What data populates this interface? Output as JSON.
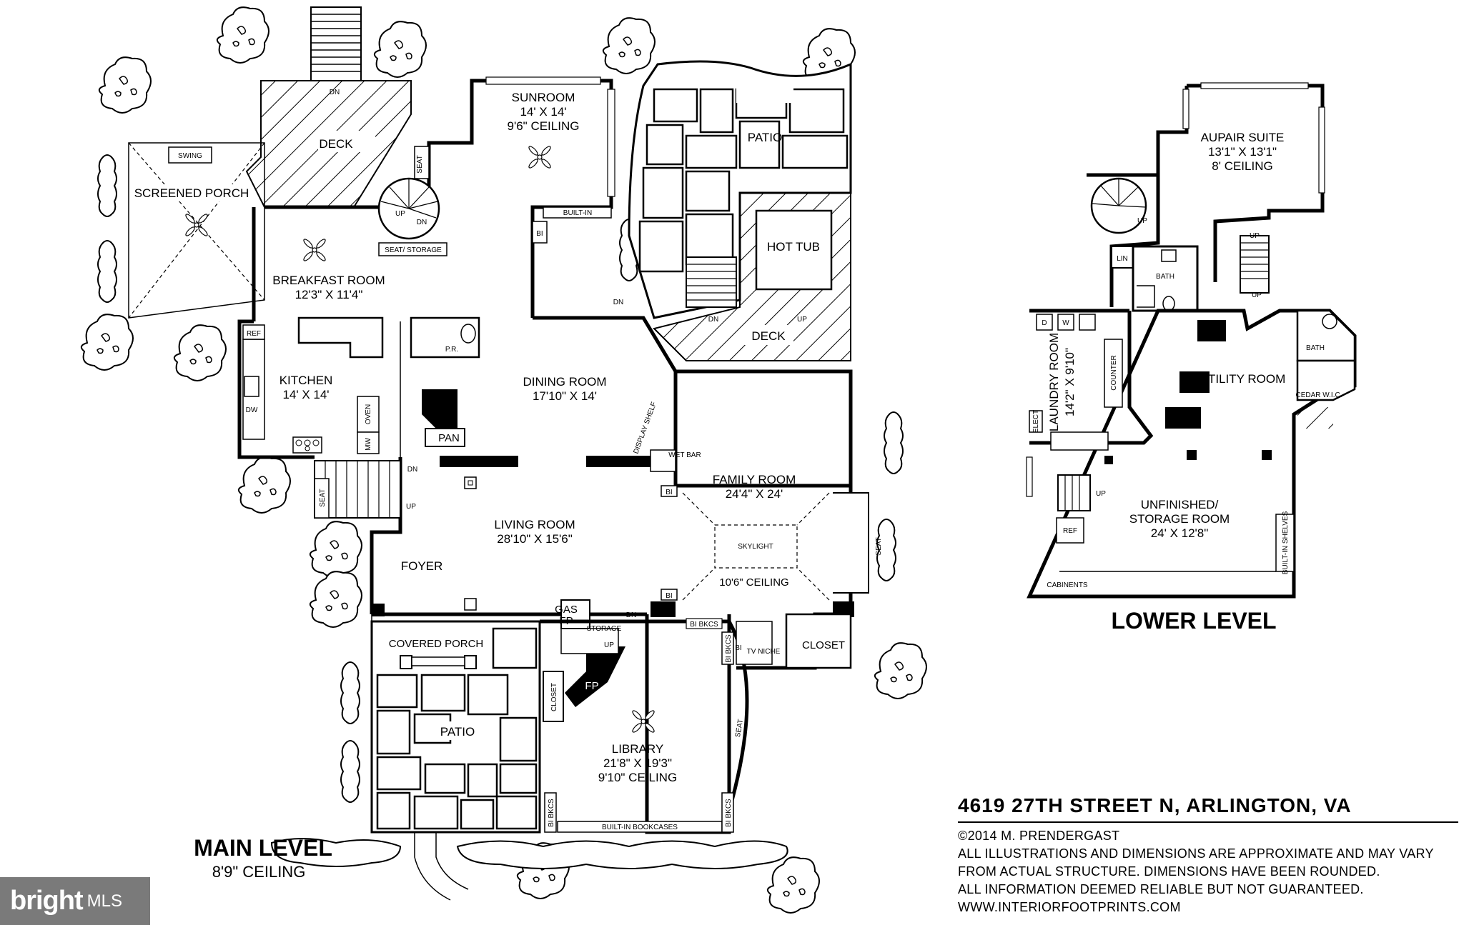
{
  "main_level": {
    "title": "MAIN LEVEL",
    "ceiling": "8'9\" CEILING",
    "rooms": {
      "deck_top": "DECK",
      "screened_porch": "SCREENED PORCH",
      "swing": "SWING",
      "sunroom": "SUNROOM",
      "sunroom_dim": "14' X 14'",
      "sunroom_ceiling": "9'6\" CEILING",
      "patio_top": "PATIO",
      "hot_tub": "HOT TUB",
      "breakfast_room": "BREAKFAST ROOM",
      "breakfast_dim": "12'3\" X 11'4\"",
      "kitchen": "KITCHEN",
      "kitchen_dim": "14' X 14'",
      "dining_room": "DINING ROOM",
      "dining_dim": "17'10\" X 14'",
      "deck_right": "DECK",
      "pr": "P.R.",
      "pan": "PAN",
      "family_room": "FAMILY ROOM",
      "family_dim": "24'4\" X 24'",
      "skylight": "SKYLIGHT",
      "family_ceiling": "10'6\" CEILING",
      "living_room": "LIVING ROOM",
      "living_dim": "28'10\" X 15'6\"",
      "foyer": "FOYER",
      "covered_porch": "COVERED PORCH",
      "patio_bottom": "PATIO",
      "gas_fp": "GAS",
      "gas_fp2": "FP",
      "storage": "STORAGE",
      "fp": "FP",
      "closet_left": "CLOSET",
      "closet_right": "CLOSET",
      "tv_niche": "TV NICHE",
      "library": "LIBRARY",
      "library_dim": "21'8\" X 19'3\"",
      "library_ceiling": "9'10\" CEILING",
      "built_in_bookcases": "BUILT-IN BOOKCASES",
      "bi_bkcs": "BI BKCS",
      "built_in": "BUILT-IN",
      "seat_storage": "SEAT/ STORAGE",
      "seat": "SEAT",
      "ref": "REF",
      "dw": "DW",
      "oven": "OVEN",
      "mw": "MW",
      "display_shelf": "DISPLAY SHELF",
      "wet_bar": "WET BAR",
      "bi": "BI",
      "up": "UP",
      "dn": "DN"
    }
  },
  "lower_level": {
    "title": "LOWER LEVEL",
    "rooms": {
      "aupair_suite": "AUPAIR SUITE",
      "aupair_dim": "13'1\" X 13'1\"",
      "aupair_ceiling": "8' CEILING",
      "bath_top": "BATH",
      "lin": "LIN",
      "laundry_room": "LAUNDRY ROOM",
      "laundry_dim": "14'2\" X 9'10\"",
      "counter": "COUNTER",
      "utility_room": "UTILITY ROOM",
      "bath_right": "BATH",
      "cedar_wic": "CEDAR W.I.C.",
      "elect": "ELECT",
      "unfinished": "UNFINISHED/",
      "storage_room": "STORAGE ROOM",
      "storage_dim": "24' X 12'8\"",
      "built_in_shelves": "BUILT-IN SHELVES",
      "ref": "REF",
      "cabinents": "CABINENTS",
      "d": "D",
      "w": "W",
      "up": "UP"
    }
  },
  "info": {
    "address": "4619 27TH STREET N, ARLINGTON, VA",
    "copyright": "©2014 M. PRENDERGAST",
    "line1": "ALL ILLUSTRATIONS AND DIMENSIONS ARE APPROXIMATE AND MAY VARY",
    "line2": "FROM ACTUAL STRUCTURE. DIMENSIONS HAVE BEEN ROUNDED.",
    "line3": "ALL INFORMATION DEEMED RELIABLE BUT NOT GUARANTEED.",
    "website": "WWW.INTERIORFOOTPRINTS.COM"
  },
  "logo": {
    "brand": "bright",
    "suffix": "MLS"
  }
}
